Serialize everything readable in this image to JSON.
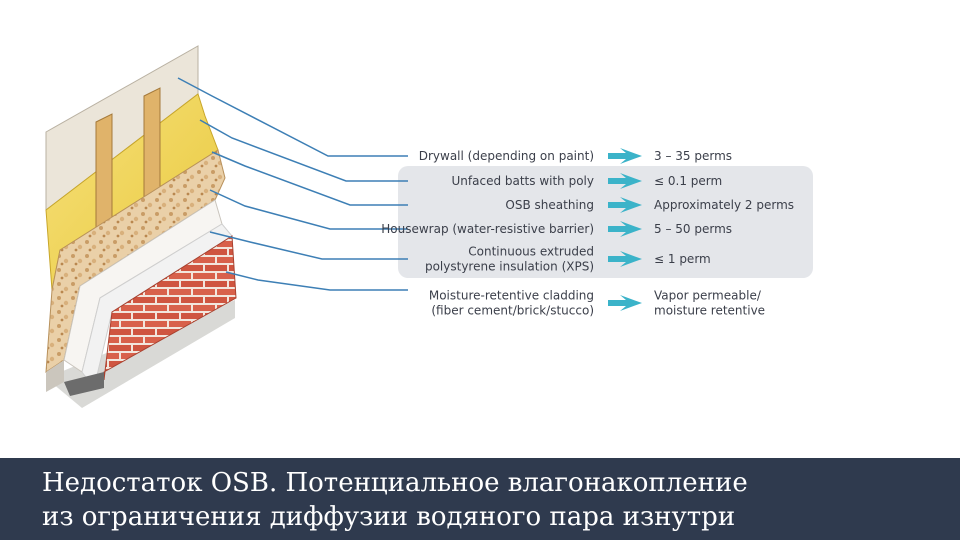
{
  "layers": [
    {
      "name_lines": [
        "Drywall (depending on paint)"
      ],
      "value_lines": [
        "3 – 35 perms"
      ]
    },
    {
      "name_lines": [
        "Unfaced batts with poly"
      ],
      "value_lines": [
        "≤ 0.1 perm"
      ]
    },
    {
      "name_lines": [
        "OSB sheathing"
      ],
      "value_lines": [
        "Approximately 2 perms"
      ]
    },
    {
      "name_lines": [
        "Housewrap (water-resistive barrier)"
      ],
      "value_lines": [
        "5 – 50 perms"
      ]
    },
    {
      "name_lines": [
        "Continuous extruded",
        "polystyrene insulation (XPS)"
      ],
      "value_lines": [
        "≤ 1 perm"
      ]
    },
    {
      "name_lines": [
        "Moisture-retentive cladding",
        "(fiber cement/brick/stucco)"
      ],
      "value_lines": [
        "Vapor permeable/",
        "moisture retentive"
      ]
    }
  ],
  "caption": {
    "line1": "Недостаток OSB. Потенциальное влагонакопление",
    "line2": "из ограничения диффузии водяного пара изнутри"
  },
  "colors": {
    "leader": "#3d7fb5",
    "arrow": "#3bb3c9",
    "highlight": "#e4e6ea",
    "caption_bg": "#2f3a4e",
    "osb": "#e8c9a0",
    "insulation": "#f3d75a",
    "brick": "#d8614b"
  }
}
